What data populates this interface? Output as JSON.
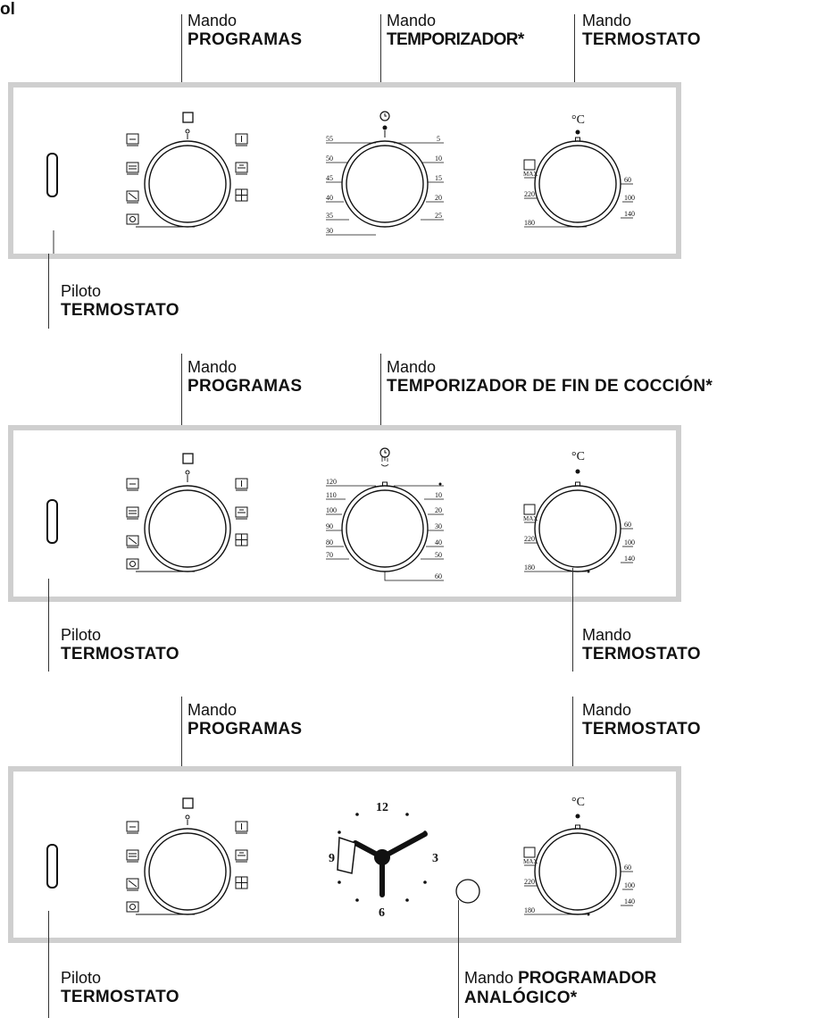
{
  "corner_text": "ol",
  "labels": {
    "mando": "Mando",
    "piloto": "Piloto",
    "programas": "PROGRAMAS",
    "temporizador": "TEMPORIZADOR*",
    "termostato": "TERMOSTATO",
    "temporizador_fin": "TEMPORIZADOR DE FIN DE COCCIÓN*",
    "programador_1": "PROGRAMADOR",
    "programador_2": "ANALÓGICO*"
  },
  "timer1_scale": {
    "left": [
      "55",
      "50",
      "45",
      "40",
      "35",
      "30"
    ],
    "right": [
      "5",
      "10",
      "15",
      "20",
      "25"
    ]
  },
  "timer2_scale": {
    "left": [
      "120",
      "110",
      "100",
      "90",
      "80",
      "70"
    ],
    "right": [
      "",
      "10",
      "20",
      "30",
      "40",
      "50",
      "60"
    ]
  },
  "thermostat_scale": {
    "unit": "°C",
    "max": "MAX",
    "left": [
      "220",
      "180"
    ],
    "right": [
      "60",
      "100",
      "140"
    ]
  },
  "clock_numbers": [
    "12",
    "3",
    "6",
    "9"
  ]
}
